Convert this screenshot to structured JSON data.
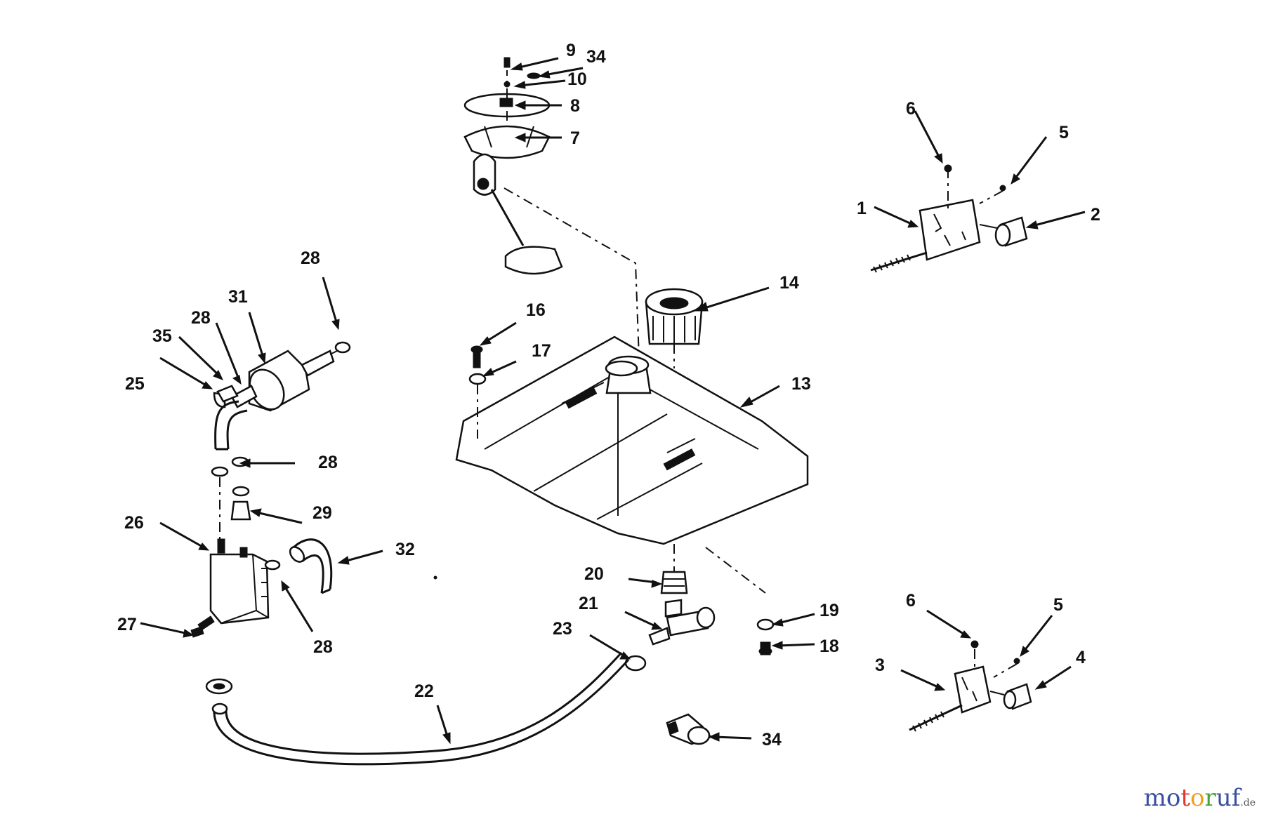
{
  "callouts": [
    {
      "id": "c9",
      "text": "9"
    },
    {
      "id": "c34a",
      "text": "34"
    },
    {
      "id": "c10",
      "text": "10"
    },
    {
      "id": "c8",
      "text": "8"
    },
    {
      "id": "c7",
      "text": "7"
    },
    {
      "id": "c6a",
      "text": "6"
    },
    {
      "id": "c5a",
      "text": "5"
    },
    {
      "id": "c1",
      "text": "1"
    },
    {
      "id": "c2",
      "text": "2"
    },
    {
      "id": "c28a",
      "text": "28"
    },
    {
      "id": "c31",
      "text": "31"
    },
    {
      "id": "c28b",
      "text": "28"
    },
    {
      "id": "c35",
      "text": "35"
    },
    {
      "id": "c25",
      "text": "25"
    },
    {
      "id": "c14",
      "text": "14"
    },
    {
      "id": "c16",
      "text": "16"
    },
    {
      "id": "c17",
      "text": "17"
    },
    {
      "id": "c13",
      "text": "13"
    },
    {
      "id": "c28c",
      "text": "28"
    },
    {
      "id": "c29",
      "text": "29"
    },
    {
      "id": "c26",
      "text": "26"
    },
    {
      "id": "c32",
      "text": "32"
    },
    {
      "id": "c28d",
      "text": "28"
    },
    {
      "id": "c27",
      "text": "27"
    },
    {
      "id": "c20",
      "text": "20"
    },
    {
      "id": "c21",
      "text": "21"
    },
    {
      "id": "c23",
      "text": "23"
    },
    {
      "id": "c19",
      "text": "19"
    },
    {
      "id": "c18",
      "text": "18"
    },
    {
      "id": "c6b",
      "text": "6"
    },
    {
      "id": "c5b",
      "text": "5"
    },
    {
      "id": "c3",
      "text": "3"
    },
    {
      "id": "c4",
      "text": "4"
    },
    {
      "id": "c22",
      "text": "22"
    },
    {
      "id": "c34b",
      "text": "34"
    }
  ],
  "watermark": {
    "letters": [
      "m",
      "o",
      "t",
      "o",
      "r",
      "u",
      "f"
    ],
    "letter_colors": [
      "#3a4fa0",
      "#3a4fa0",
      "#e03a2f",
      "#f0a020",
      "#4aa03a",
      "#3a4fa0",
      "#3a4fa0"
    ],
    "suffix": ".de"
  }
}
